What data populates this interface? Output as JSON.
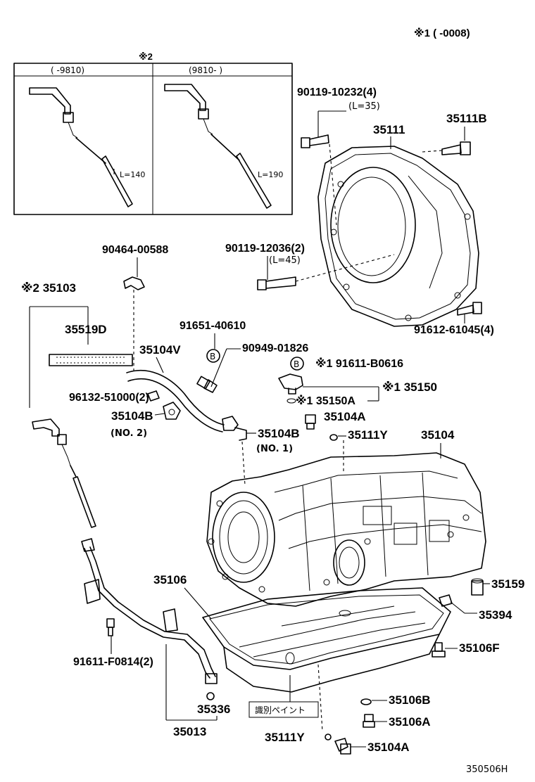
{
  "header": {
    "note": "※1 (        -0008)",
    "inset_mark": "※2"
  },
  "inset": {
    "left_header": "(      -9810)",
    "right_header": "(9810-      )",
    "left_length": "L=140",
    "right_length": "L=190"
  },
  "labels": {
    "p90119_10232": "90119-10232(4)",
    "p90119_10232_len": "(L=35)",
    "p35111": "35111",
    "p35111B": "35111B",
    "p90119_12036": "90119-12036(2)",
    "p90119_12036_len": "(L=45)",
    "p90464": "90464-00588",
    "p35103": "※2 35103",
    "p35519D": "35519D",
    "p91612": "91612-61045(4)",
    "p91651": "91651-40610",
    "p35104V": "35104V",
    "p90949": "90949-01826",
    "p91611_B0616": "※1 91611-B0616",
    "p96132": "96132-51000(2)",
    "p35150A": "※1 35150A",
    "p35150": "※1 35150",
    "p35104B_2": "35104B",
    "p35104B_2_no": "(NO. 2)",
    "p35104A_top": "35104A",
    "p35104B_1": "35104B",
    "p35104B_1_no": "(NO. 1)",
    "p35111Y_top": "35111Y",
    "p35104": "35104",
    "p35106": "35106",
    "p35159": "35159",
    "p35394": "35394",
    "p35106F": "35106F",
    "p91611_F0814": "91611-F0814(2)",
    "p35336": "35336",
    "p35106B": "35106B",
    "marking_box": "識別ペイント",
    "p35106A": "35106A",
    "p35013": "35013",
    "p35111Y_bottom": "35111Y",
    "p35104A_bottom": "35104A",
    "circle_B": "B"
  },
  "footer": {
    "figure_id": "350506H"
  }
}
